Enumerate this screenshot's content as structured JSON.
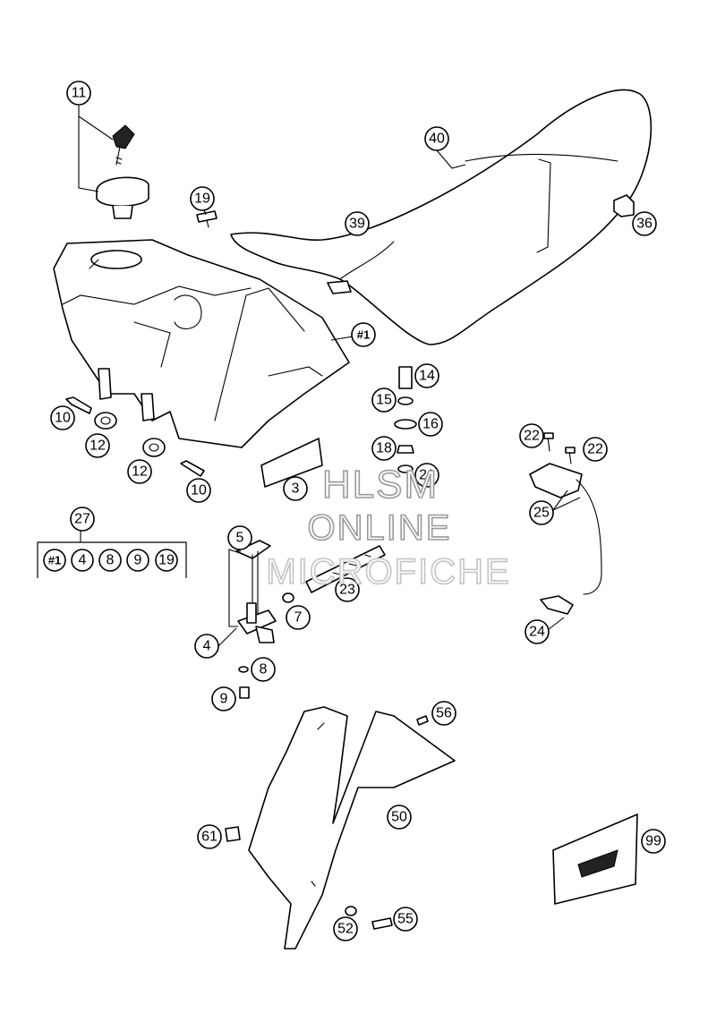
{
  "watermark": {
    "line1": "HLSM",
    "line2": "ONLINE",
    "line3": "MICROFICHE"
  },
  "callouts": {
    "p11": "11",
    "p19": "19",
    "p40": "40",
    "p39": "39",
    "p36": "36",
    "p1": "#1",
    "p14": "14",
    "p15": "15",
    "p16": "16",
    "p18": "18",
    "p21": "21",
    "p10a": "10",
    "p12a": "12",
    "p12b": "12",
    "p10b": "10",
    "p3": "3",
    "p22a": "22",
    "p22b": "22",
    "p25": "25",
    "p27": "27",
    "p5": "5",
    "p23": "23",
    "p7": "7",
    "p4": "4",
    "p8": "8",
    "p9": "9",
    "p24": "24",
    "p56": "56",
    "p50": "50",
    "p61": "61",
    "p52": "52",
    "p55": "55",
    "p99": "99"
  },
  "kit": {
    "items": [
      "#1",
      "4",
      "8",
      "9",
      "19"
    ]
  }
}
